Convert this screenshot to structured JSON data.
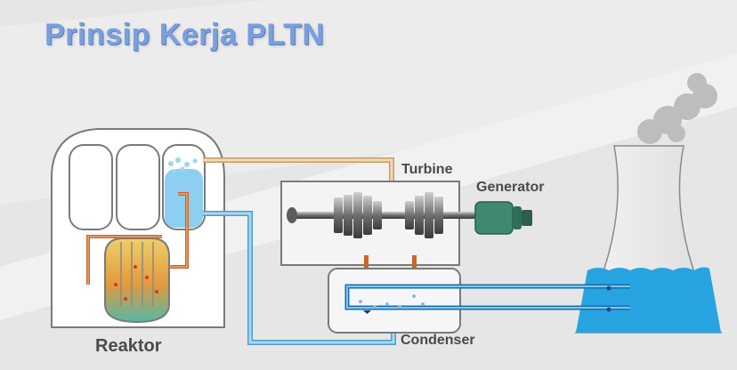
{
  "title": "Prinsip Kerja PLTN",
  "labels": {
    "turbine": "Turbine",
    "generator": "Generator",
    "reaktor": "Reaktor",
    "condenser": "Condenser"
  },
  "colors": {
    "background": "#e6e6e6",
    "title": "#7b9fdc",
    "steam_pipe": "#e8c79a",
    "hot_pipe": "#c9662a",
    "water": "#2ba3e0",
    "cold_pipe": "#7fc7ec",
    "generator": "#3f8a6e",
    "reactor_core": "#d99a3a"
  }
}
